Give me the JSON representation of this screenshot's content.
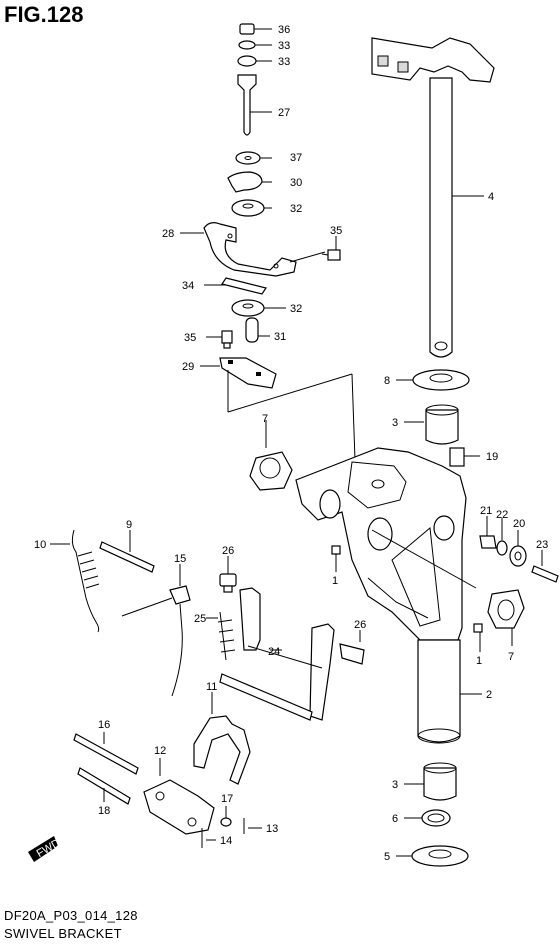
{
  "figure_label": "FIG.128",
  "drawing_code": "DF20A_P03_014_128",
  "drawing_name": "SWIVEL BRACKET",
  "fwd_marker": "FWD",
  "callouts": [
    {
      "ref": "36"
    },
    {
      "ref": "33a",
      "label": "33"
    },
    {
      "ref": "33b",
      "label": "33"
    },
    {
      "ref": "27"
    },
    {
      "ref": "37"
    },
    {
      "ref": "30"
    },
    {
      "ref": "32a",
      "label": "32"
    },
    {
      "ref": "28"
    },
    {
      "ref": "35a",
      "label": "35"
    },
    {
      "ref": "34"
    },
    {
      "ref": "32b",
      "label": "32"
    },
    {
      "ref": "35b",
      "label": "35"
    },
    {
      "ref": "31"
    },
    {
      "ref": "29"
    },
    {
      "ref": "4"
    },
    {
      "ref": "8"
    },
    {
      "ref": "3a",
      "label": "3"
    },
    {
      "ref": "19"
    },
    {
      "ref": "7a",
      "label": "7"
    },
    {
      "ref": "21"
    },
    {
      "ref": "22"
    },
    {
      "ref": "20"
    },
    {
      "ref": "23"
    },
    {
      "ref": "1a",
      "label": "1"
    },
    {
      "ref": "1b",
      "label": "1"
    },
    {
      "ref": "7b",
      "label": "7"
    },
    {
      "ref": "9"
    },
    {
      "ref": "10"
    },
    {
      "ref": "15"
    },
    {
      "ref": "26a",
      "label": "26"
    },
    {
      "ref": "25"
    },
    {
      "ref": "24"
    },
    {
      "ref": "26b",
      "label": "26"
    },
    {
      "ref": "2"
    },
    {
      "ref": "11"
    },
    {
      "ref": "16"
    },
    {
      "ref": "12"
    },
    {
      "ref": "18"
    },
    {
      "ref": "17"
    },
    {
      "ref": "13"
    },
    {
      "ref": "14"
    },
    {
      "ref": "3b",
      "label": "3"
    },
    {
      "ref": "6"
    },
    {
      "ref": "5"
    }
  ]
}
